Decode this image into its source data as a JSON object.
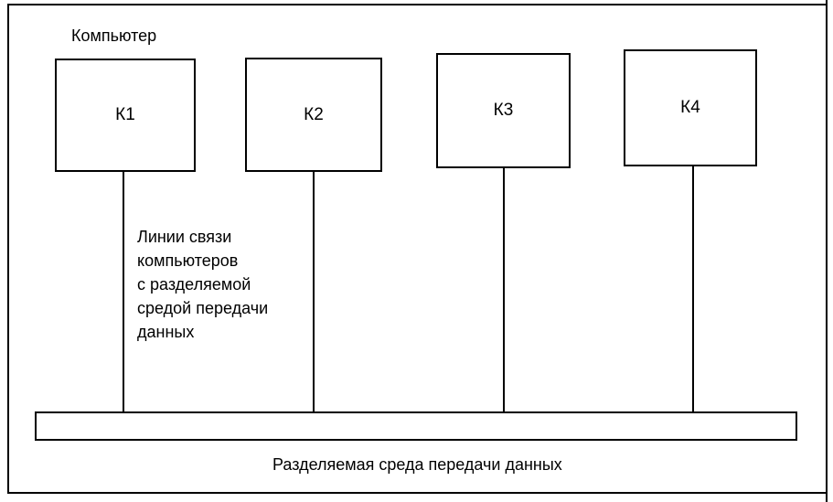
{
  "diagram": {
    "computer_caption": "Компьютер",
    "computers": [
      {
        "label": "К1"
      },
      {
        "label": "К2"
      },
      {
        "label": "К3"
      },
      {
        "label": "К4"
      }
    ],
    "links_caption": "Линии связи\nкомпьютеров\nс разделяемой\nсредой передачи\nданных",
    "bus_caption": "Разделяемая среда передачи данных"
  }
}
